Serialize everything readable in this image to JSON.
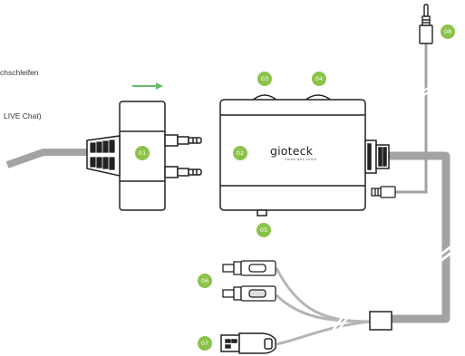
{
  "labels": {
    "left_top": "chschleifen",
    "left_bottom": "LIVE Chat)"
  },
  "brand": {
    "name": "gioteck",
    "tagline": "come get some"
  },
  "callouts": [
    "01",
    "02",
    "03",
    "04",
    "05",
    "06",
    "07",
    "08"
  ],
  "colors": {
    "badge": "#8bc34a",
    "arrow": "#66bb6a",
    "cable": "#9e9e9e",
    "outline": "#222222"
  }
}
